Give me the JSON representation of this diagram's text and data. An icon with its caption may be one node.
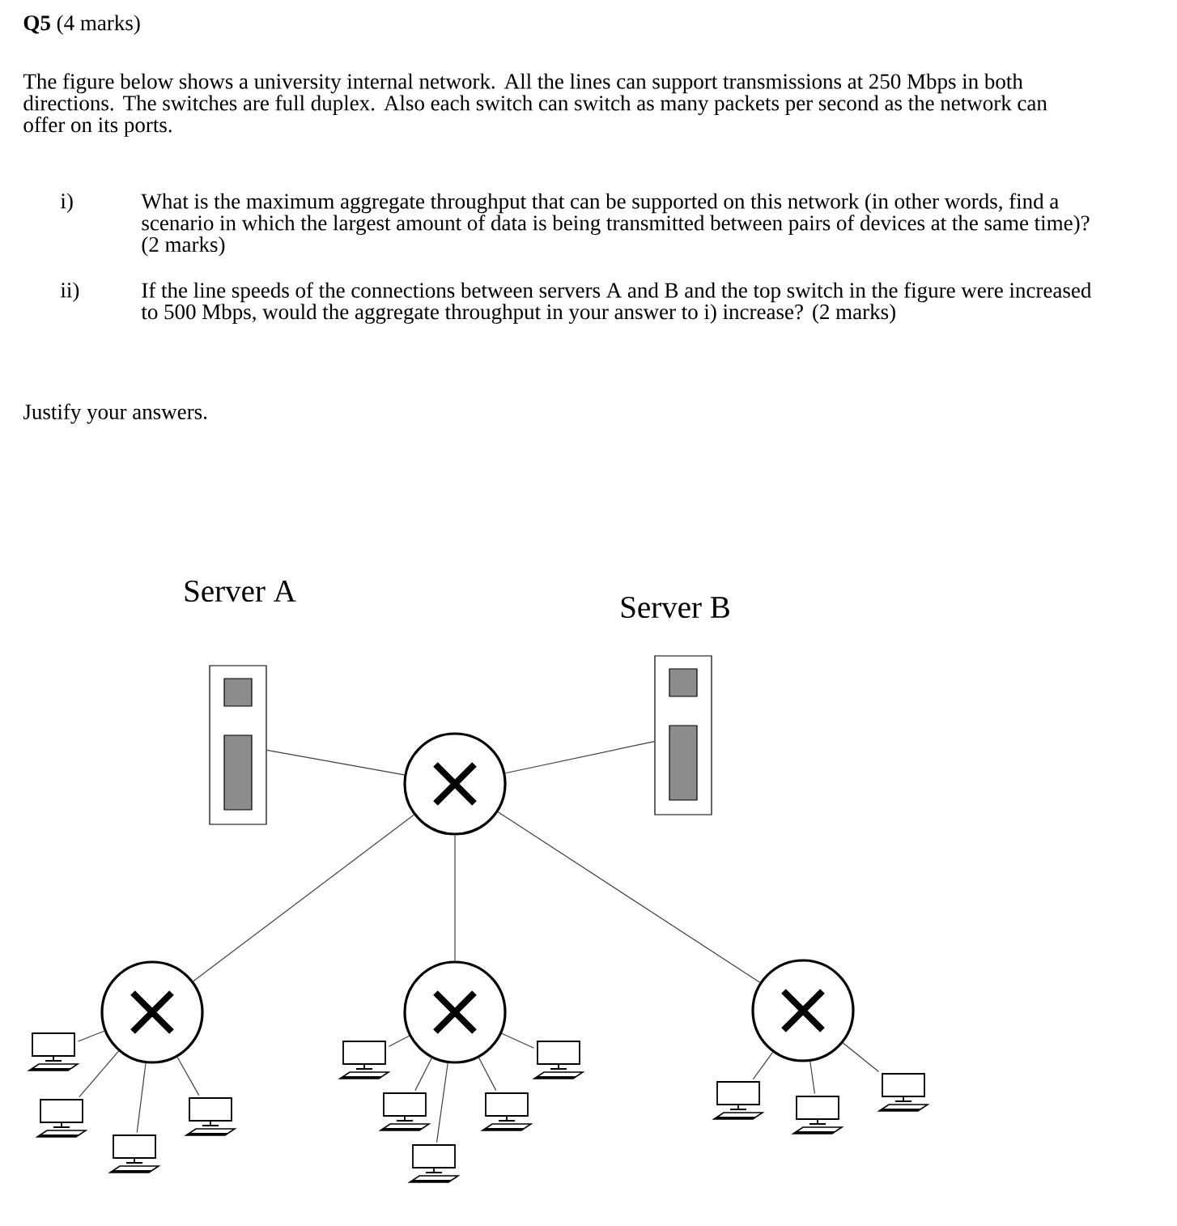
{
  "diagram": {
    "title": "**Q5** (4 marks)",
    "nodes": [
      {
        "text": [
          "Server A"
        ]
      },
      {
        "text": [
          "Server B"
        ]
      },
      {
        "text": [],
        "shape": "circle"
      },
      {
        "text": [],
        "shape": "circle"
      },
      {
        "text": [],
        "shape": "circle"
      },
      {
        "text": [],
        "shape": "circle"
      },
      {
        "text": [],
        "shape": "computer"
      },
      {
        "text": [],
        "shape": "computer"
      },
      {
        "text": [],
        "shape": "computer"
      },
      {
        "text": [],
        "shape": "computer"
      },
      {
        "text": [],
        "shape": "computer"
      },
      {
        "text": [],
        "shape": "computer"
      },
      {
        "text": [],
        "shape": "computer"
      },
      {
        "text": [],
        "shape": "computer"
      },
      {
        "text": [],
        "shape": "computer"
      },
      {
        "text": [],
        "shape": "computer"
      },
      {
        "text": [],
        "shape": "computer"
      },
      {
        "text": [],
        "shape": "computer"
      }
    ],
    "edges": [
      {
        "from": 0,
        "to": 2,
        "arrow": "none"
      },
      {
        "from": 1,
        "to": 2,
        "arrow": "none"
      },
      {
        "from": 2,
        "to": 3,
        "arrow": "none"
      },
      {
        "from": 2,
        "to": 4,
        "arrow": "none"
      },
      {
        "from": 2,
        "to": 5,
        "arrow": "none"
      },
      {
        "from": 3,
        "to": 6,
        "arrow": "none"
      },
      {
        "from": 3,
        "to": 7,
        "arrow": "none"
      },
      {
        "from": 3,
        "to": 8,
        "arrow": "none"
      },
      {
        "from": 3,
        "to": 9,
        "arrow": "none"
      },
      {
        "from": 4,
        "to": 10,
        "arrow": "none"
      },
      {
        "from": 4,
        "to": 11,
        "arrow": "none"
      },
      {
        "from": 4,
        "to": 12,
        "arrow": "none"
      },
      {
        "from": 4,
        "to": 13,
        "arrow": "none"
      },
      {
        "from": 4,
        "to": 14,
        "arrow": "none"
      },
      {
        "from": 5,
        "to": 15,
        "arrow": "none"
      },
      {
        "from": 5,
        "to": 16,
        "arrow": "none"
      },
      {
        "from": 5,
        "to": 17,
        "arrow": "none"
      }
    ],
    "labels": [
      "The figure below shows a university internal network. All the lines can support transmissions at 250 Mbps in both directions. The switches are full duplex. Also each switch can switch as many packets per second as the network can offer on its ports.",
      "i)",
      "What is the maximum aggregate throughput that can be supported on this network (in other words, find a scenario in which the largest amount of data is being transmitted between pairs of devices at the same time)? (2 marks)",
      "ii)",
      "If the line speeds of the connections between servers A and B and the top switch in the figure were increased to 500 Mbps, would the aggregate throughput in your answer to i) increase? (2 marks)",
      "Justify your answers."
    ]
  }
}
